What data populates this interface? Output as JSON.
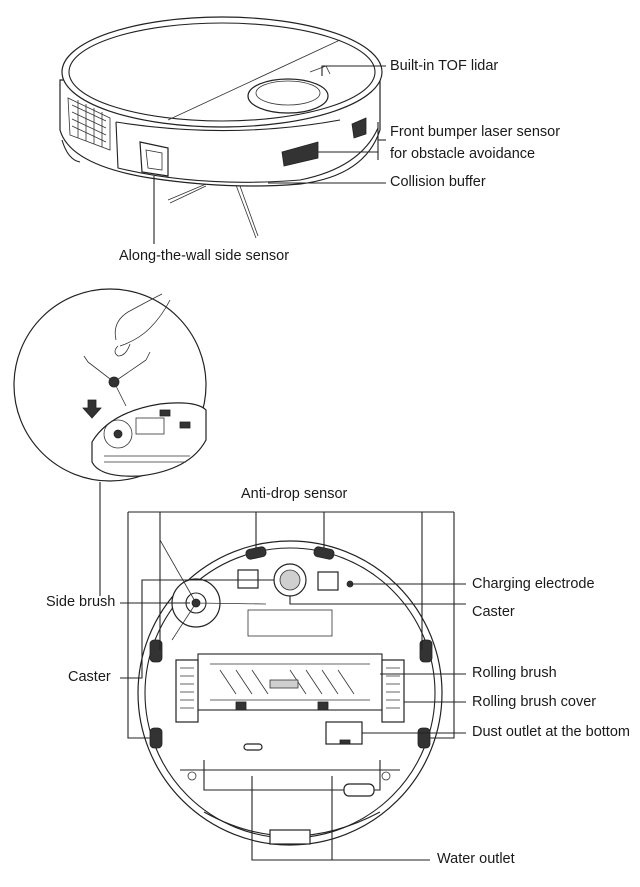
{
  "top_view": {
    "labels": {
      "lidar": "Built-in TOF lidar",
      "bumper_sensor_line1": "Front bumper laser sensor",
      "bumper_sensor_line2": "for obstacle avoidance",
      "collision_buffer": "Collision buffer",
      "wall_sensor": "Along-the-wall side sensor"
    }
  },
  "bottom_view": {
    "labels": {
      "anti_drop": "Anti-drop sensor",
      "side_brush": "Side brush",
      "caster_left": "Caster",
      "charging_electrode": "Charging electrode",
      "caster_right": "Caster",
      "rolling_brush": "Rolling brush",
      "rolling_brush_cover": "Rolling brush cover",
      "dust_outlet": "Dust outlet at the bottom",
      "water_outlet": "Water outlet"
    }
  }
}
